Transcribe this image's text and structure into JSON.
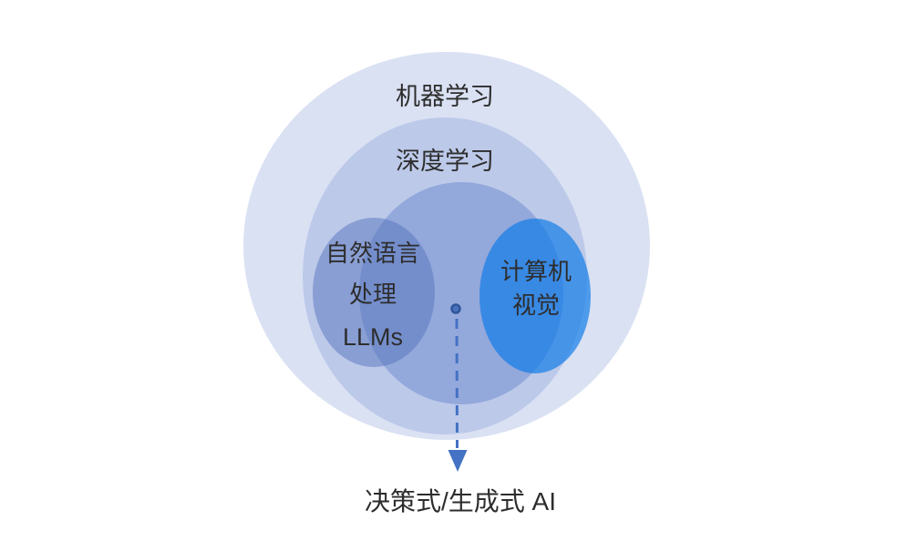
{
  "canvas": {
    "background": "#FFFFFF",
    "text_color": "#2D2D2D"
  },
  "venn": {
    "machine_learning": {
      "label": "机器学习",
      "fill": "#DAE1F3"
    },
    "deep_learning": {
      "label": "深度学习",
      "fill": "#BCC9E9"
    },
    "inner_core": {
      "fill": "#93A8DB"
    },
    "nlp": {
      "line1": "自然语言",
      "line2": "处理",
      "line3": "LLMs",
      "fill": "rgba(86,115,190,0.5)"
    },
    "computer_vision": {
      "line1": "计算机",
      "line2": "视觉",
      "fill": "rgba(13,122,231,0.68)"
    }
  },
  "pointer": {
    "label": "决策式/生成式 AI",
    "color": "#4472C4",
    "dot_fill": "#4B72BD",
    "dot_stroke": "#2F5699"
  }
}
